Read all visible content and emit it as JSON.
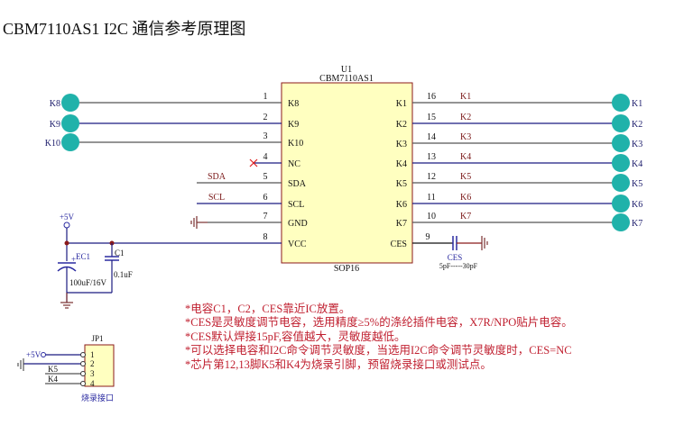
{
  "title": "CBM7110AS1 I2C 通信参考原理图",
  "ic": {
    "ref": "U1",
    "part": "CBM7110AS1",
    "package": "SOP16",
    "fill": "#ffffc0",
    "border": "#8b1a1a",
    "left_pins": [
      {
        "num": "1",
        "name": "K8",
        "net": "",
        "pad": "K8"
      },
      {
        "num": "2",
        "name": "K9",
        "net": "",
        "pad": "K9"
      },
      {
        "num": "3",
        "name": "K10",
        "net": "",
        "pad": "K10"
      },
      {
        "num": "4",
        "name": "NC",
        "net": "",
        "pad": ""
      },
      {
        "num": "5",
        "name": "SDA",
        "net": "SDA",
        "pad": ""
      },
      {
        "num": "6",
        "name": "SCL",
        "net": "SCL",
        "pad": ""
      },
      {
        "num": "7",
        "name": "GND",
        "net": "",
        "pad": ""
      },
      {
        "num": "8",
        "name": "VCC",
        "net": "",
        "pad": ""
      }
    ],
    "right_pins": [
      {
        "num": "16",
        "name": "K1",
        "net": "K1",
        "pad": "K1"
      },
      {
        "num": "15",
        "name": "K2",
        "net": "K2",
        "pad": "K2"
      },
      {
        "num": "14",
        "name": "K3",
        "net": "K3",
        "pad": "K3"
      },
      {
        "num": "13",
        "name": "K4",
        "net": "K4",
        "pad": "K4"
      },
      {
        "num": "12",
        "name": "K5",
        "net": "K5",
        "pad": "K5"
      },
      {
        "num": "11",
        "name": "K6",
        "net": "K6",
        "pad": "K6"
      },
      {
        "num": "10",
        "name": "K7",
        "net": "K7",
        "pad": "K7"
      },
      {
        "num": "9",
        "name": "CES",
        "net": "",
        "pad": ""
      }
    ]
  },
  "pad_color": "#20b2aa",
  "power": {
    "label": "+5V"
  },
  "ec1": {
    "ref": "EC1",
    "plus": "+",
    "value": "100uF/16V"
  },
  "c1": {
    "ref": "C1",
    "value": "0.1uF"
  },
  "ces": {
    "ref": "CES",
    "value": "5pF-----30pF"
  },
  "jp1": {
    "ref": "JP1",
    "label": "烧录接口",
    "pins": [
      "1",
      "2",
      "3",
      "4"
    ],
    "nets": [
      "+5V",
      "",
      "K5",
      "K4"
    ]
  },
  "notes": [
    "*电容C1，C2，CES靠近IC放置。",
    "*CES是灵敏度调节电容，选用精度≥5%的涤纶插件电容，X7R/NPO贴片电容。",
    "*CES默认焊接15pF,容值越大，灵敏度越低。",
    "*可以选择电容和I2C命令调节灵敏度，当选用I2C命令调节灵敏度时，CES=NC",
    "*芯片第12,13脚K5和K4为烧录引脚，预留烧录接口或测试点。"
  ]
}
